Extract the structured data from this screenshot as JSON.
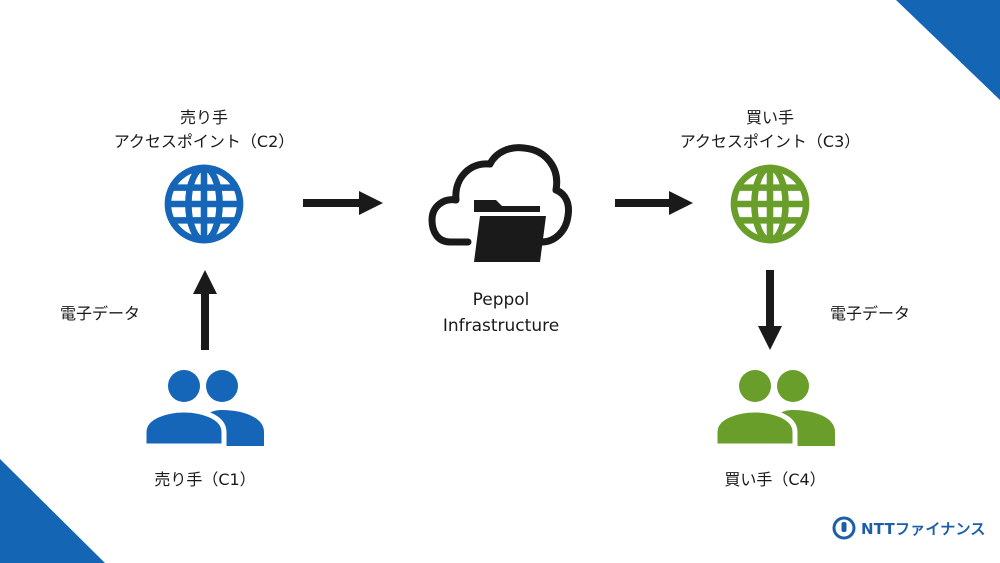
{
  "colors": {
    "blue": "#1565b8",
    "green": "#6a9e2b",
    "dark": "#1a1a1a",
    "corner": "#1466b5",
    "logo": "#1c5ea8"
  },
  "seller_ap": {
    "line1": "売り手",
    "line2": "アクセスポイント（C2）",
    "icon": "globe-icon"
  },
  "buyer_ap": {
    "line1": "買い手",
    "line2": "アクセスポイント（C3）",
    "icon": "globe-icon"
  },
  "network": {
    "line1": "Peppol",
    "line2": "Infrastructure",
    "icon": "cloud-folder-icon"
  },
  "seller": {
    "label": "売り手（C1）",
    "icon": "users-icon"
  },
  "buyer": {
    "label": "買い手（C4）",
    "icon": "users-icon"
  },
  "edge_labels": {
    "left": "電子データ",
    "right": "電子データ"
  },
  "logo": {
    "text": "NTTファイナンス",
    "icon": "ntt-logo-icon"
  }
}
